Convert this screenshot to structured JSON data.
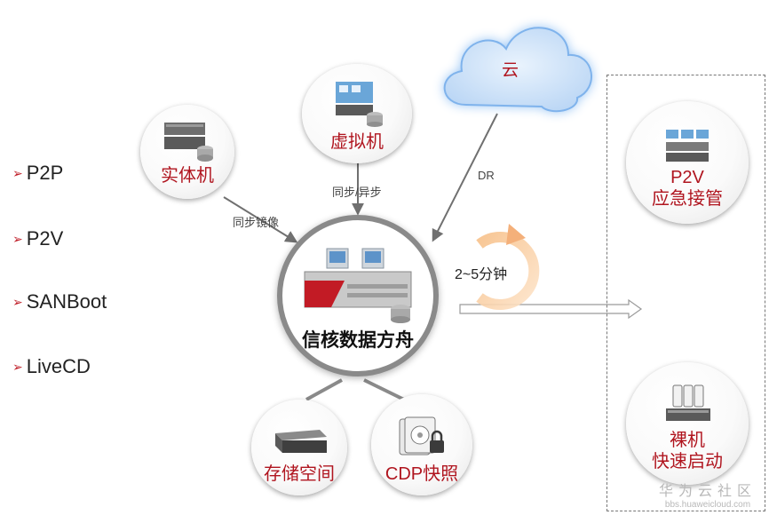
{
  "bullets": [
    "P2P",
    "P2V",
    "SANBoot",
    "LiveCD"
  ],
  "bullet_marker": "➢",
  "nodes": {
    "physical": "实体机",
    "virtual": "虚拟机",
    "cloud": "云",
    "center": "信核数据方舟",
    "storage": "存储空间",
    "cdp": "CDP快照",
    "p2v_takeover": [
      "P2V",
      "应急接管"
    ],
    "bare_metal": [
      "裸机",
      "快速启动"
    ]
  },
  "edges": {
    "physical_to_center": "同步镜像",
    "virtual_to_center": "同步/异步",
    "cloud_to_center": "DR",
    "recovery_time": "2~5分钟"
  },
  "watermark": {
    "line1": "华为云社区",
    "line2": "bbs.huaweicloud.com"
  },
  "colors": {
    "label_red": "#b0151f",
    "arrow_gray": "#8c8c8c",
    "cloud_blue": "#cfe3fa",
    "cycle_orange": "#f3a766"
  }
}
